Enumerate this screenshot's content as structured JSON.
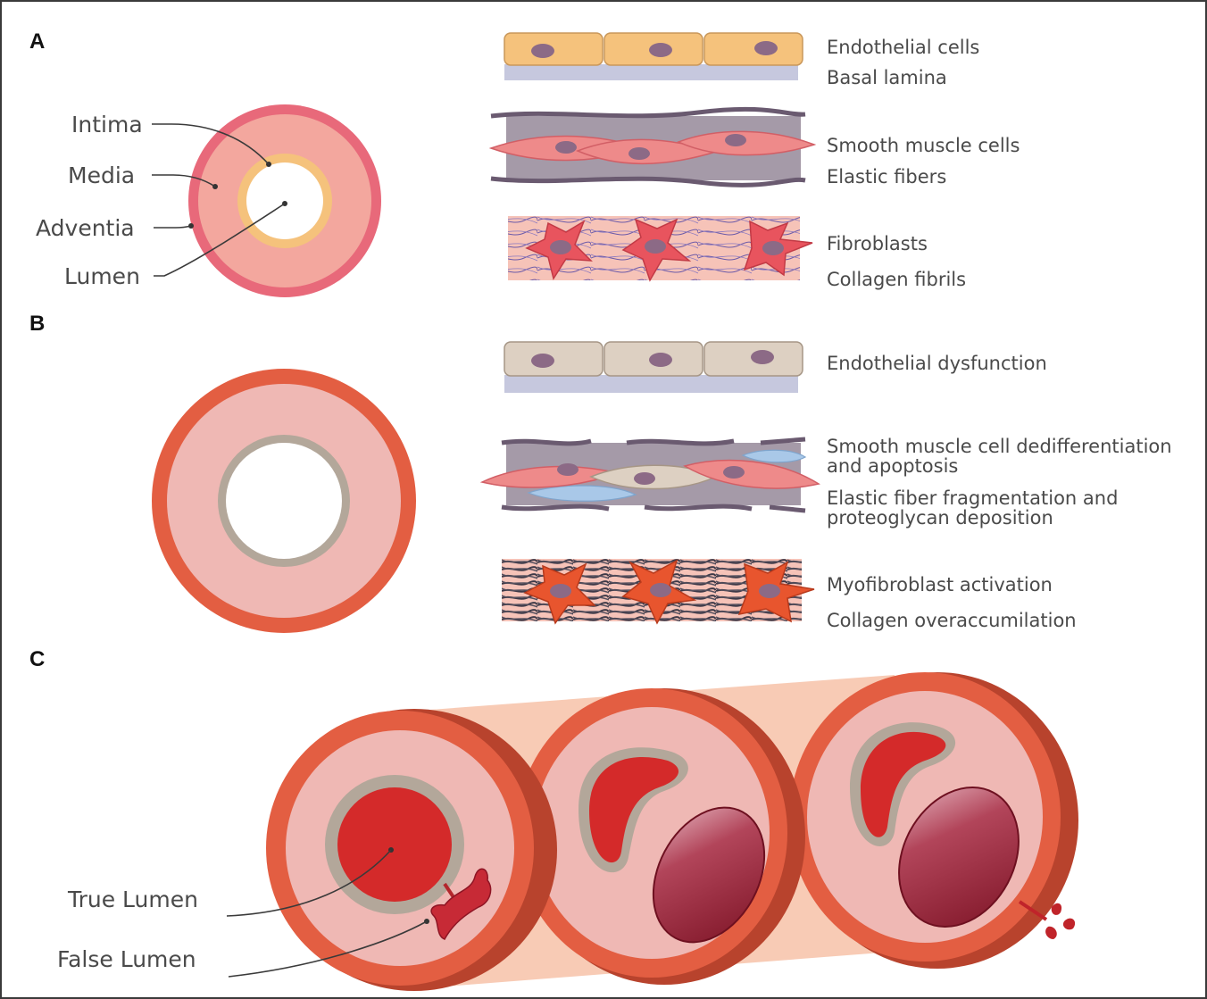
{
  "panels": {
    "a": {
      "letter": "A",
      "vessel_labels": {
        "intima": "Intima",
        "media": "Media",
        "adventitia": "Adventia",
        "lumen": "Lumen"
      },
      "layer_labels": {
        "endothelial_cells": "Endothelial cells",
        "basal_lamina": "Basal lamina",
        "smooth_muscle_cells": "Smooth muscle cells",
        "elastic_fibers": "Elastic fibers",
        "fibroblasts": "Fibroblasts",
        "collagen_fibrils": "Collagen fibrils"
      }
    },
    "b": {
      "letter": "B",
      "layer_labels": {
        "endothelial_dysfunction": "Endothelial dysfunction",
        "smc_line1": "Smooth muscle cell dedifferentiation",
        "smc_line2": "and apoptosis",
        "elastic_line1": "Elastic fiber fragmentation and",
        "elastic_line2": "proteoglycan deposition",
        "myofibroblast": "Myofibroblast activation",
        "collagen": "Collagen overaccumilation"
      }
    },
    "c": {
      "letter": "C",
      "labels": {
        "true_lumen": "True Lumen",
        "false_lumen": "False Lumen"
      }
    }
  },
  "colors": {
    "adventitia_normal": "#e8697a",
    "media_normal": "#f3a79e",
    "intima_normal": "#f5c27c",
    "adventitia_disease": "#e35e42",
    "media_disease": "#efb8b4",
    "intima_disease": "#b3a79a",
    "true_lumen_blood": "#d42a2a",
    "false_lumen_blood": "#9c1c2e",
    "endothelial_normal": "#f5c27c",
    "endothelial_disease": "#ddd0c2",
    "nucleus": "#8c6a86",
    "fibroblast": "#e8545e",
    "myofibroblast": "#e8552e",
    "proteoglycan": "#a9c8e8"
  }
}
